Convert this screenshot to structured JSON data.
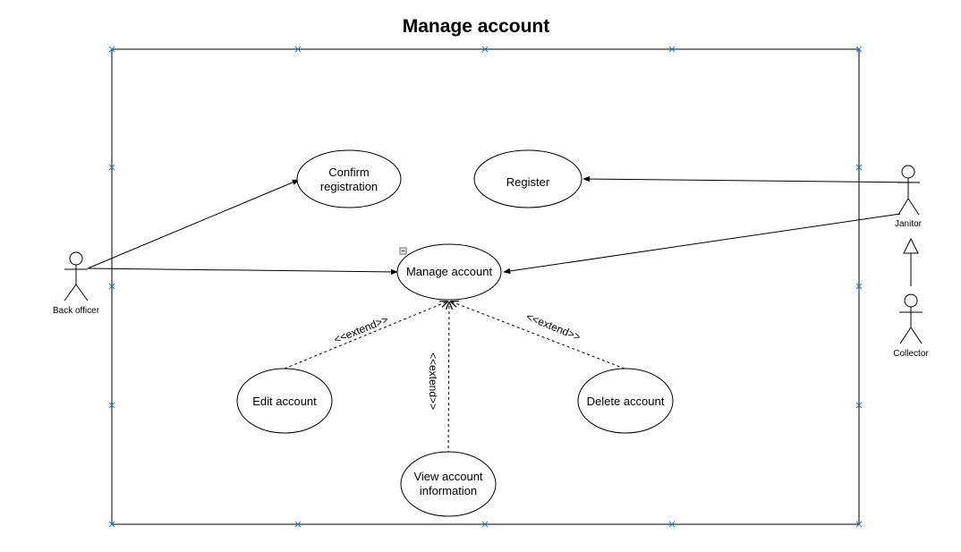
{
  "diagram": {
    "title": "Manage account",
    "use_cases": {
      "confirm_registration": {
        "line1": "Confirm",
        "line2": "registration"
      },
      "register": {
        "label": "Register"
      },
      "manage_account": {
        "label": "Manage account"
      },
      "edit_account": {
        "label": "Edit account"
      },
      "delete_account": {
        "label": "Delete account"
      },
      "view_account_information": {
        "line1": "View account",
        "line2": "information"
      }
    },
    "actors": {
      "back_officer": "Back officer",
      "janitor": "Janitor",
      "collector": "Collector"
    },
    "extend_label": "<<extend>>"
  }
}
